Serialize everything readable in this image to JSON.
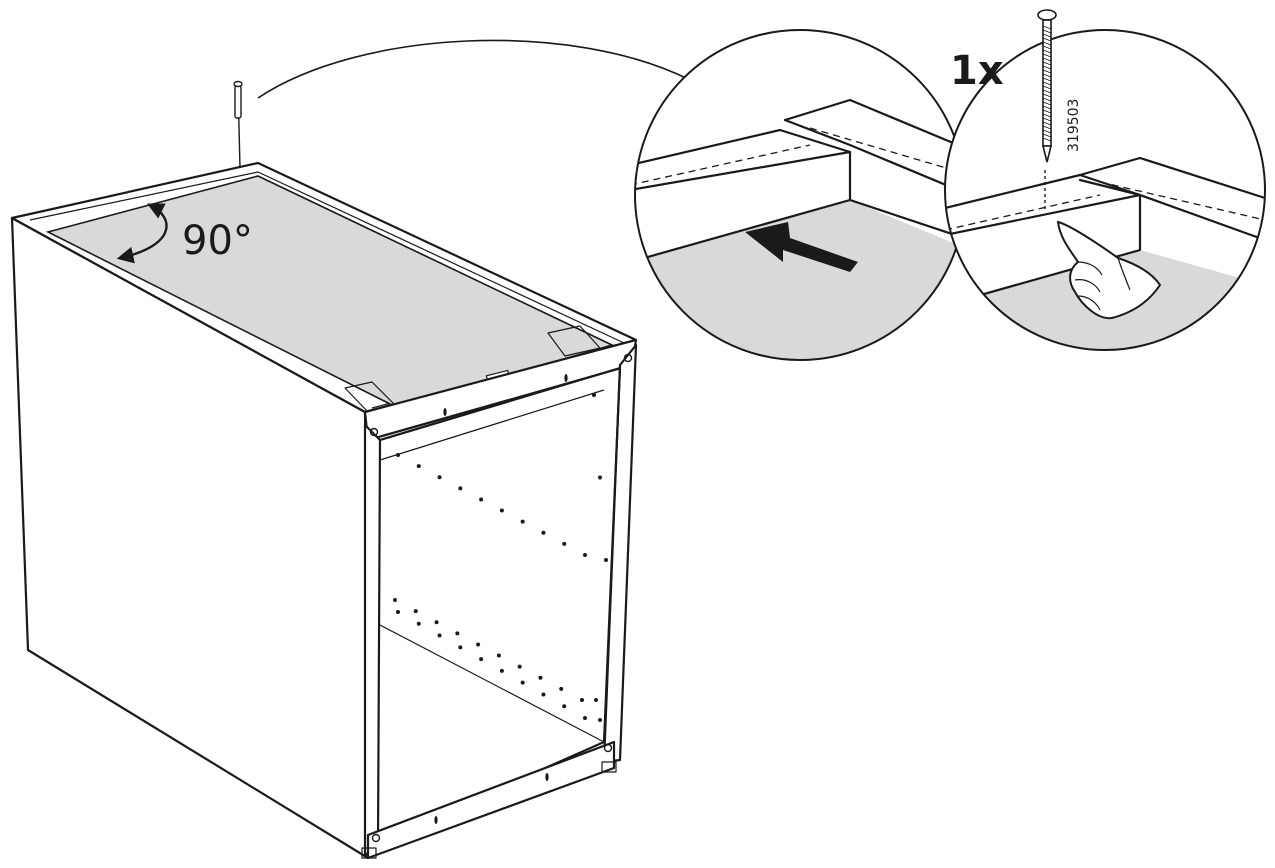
{
  "labels": {
    "angle": "90°",
    "quantity": "1x",
    "part_number": "319503"
  },
  "colors": {
    "ink": "#1a1a1a",
    "panel_fill": "#d9d9d9",
    "background": "#ffffff"
  },
  "icons": [
    "nail-icon",
    "rotation-arrow-icon",
    "push-arrow-icon",
    "pointing-hand-icon"
  ]
}
